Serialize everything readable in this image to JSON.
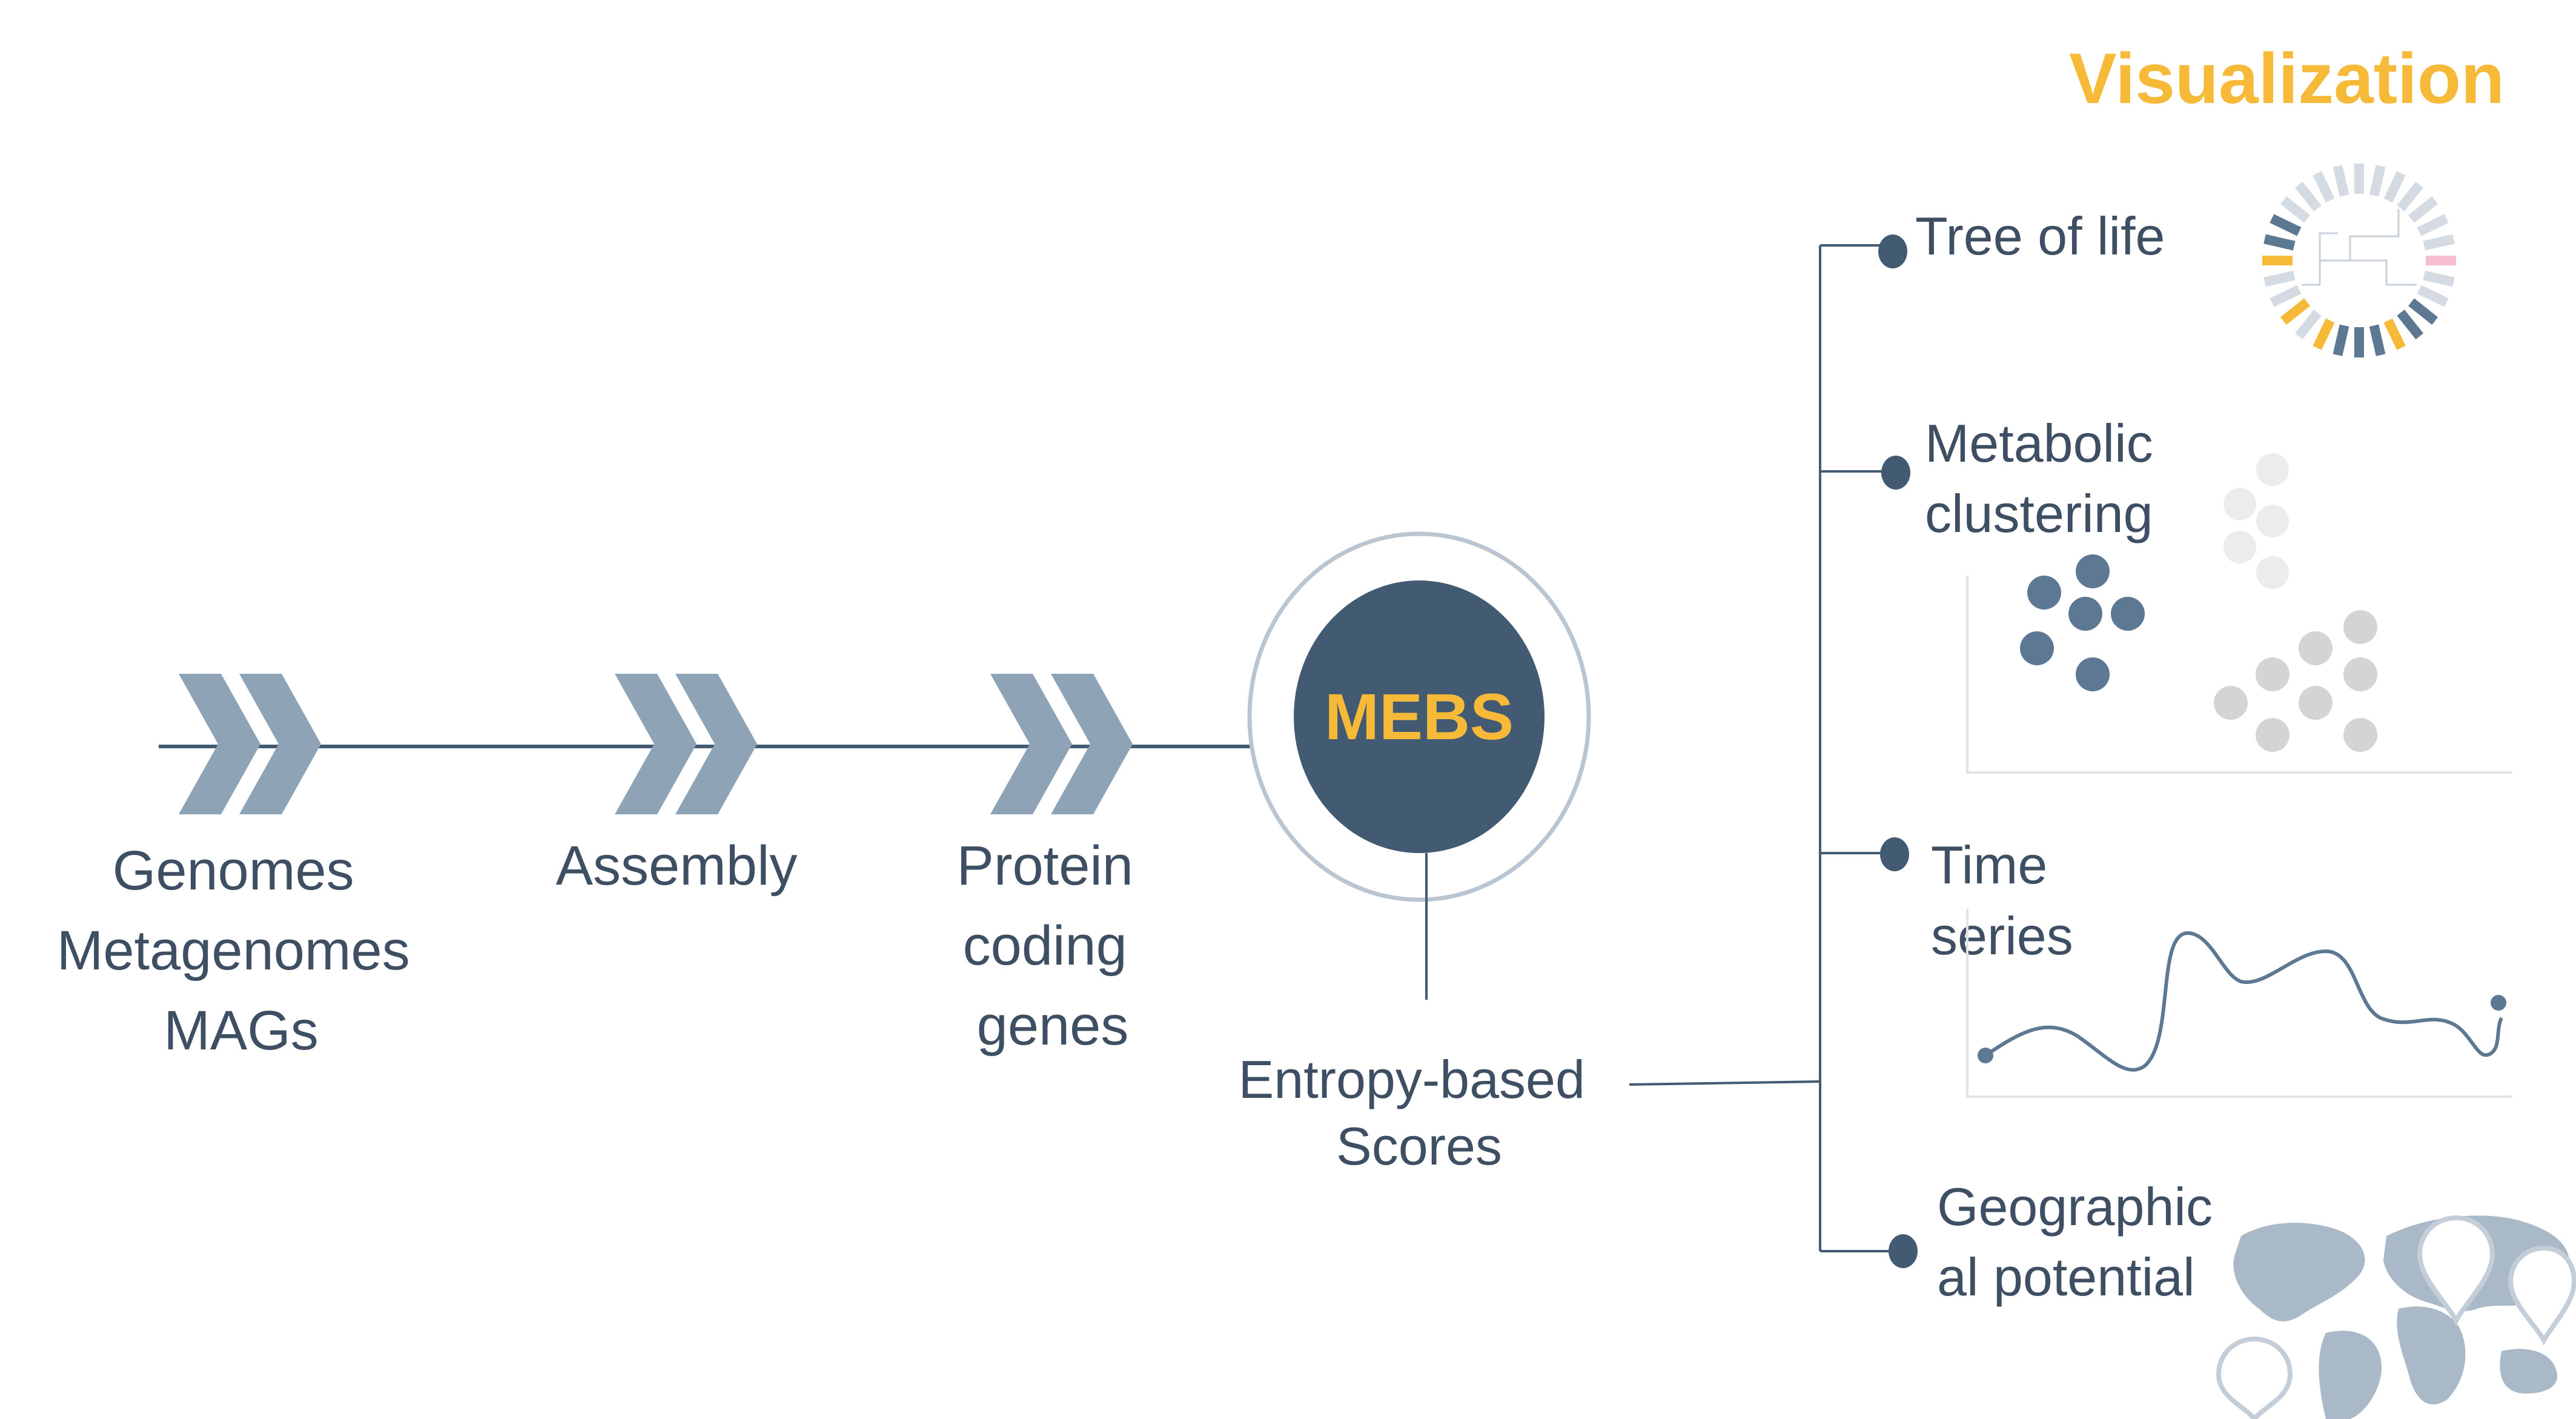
{
  "colors": {
    "text": "#3f4f63",
    "dark": "#425a72",
    "chevron": "#8ea3b6",
    "accent": "#f6b938",
    "light_gray": "#d4d4d4",
    "faint_gray": "#ececec",
    "ring": "#b9c6d1",
    "map": "#a9b9c8",
    "pink": "#f4bdd0"
  },
  "visualization_title": "Visualization",
  "pipeline": [
    {
      "lines": [
        "Genomes",
        "Metagenomes",
        "MAGs"
      ],
      "icon": "double-chevron-icon"
    },
    {
      "lines": [
        "Assembly"
      ],
      "icon": "double-chevron-icon"
    },
    {
      "lines": [
        "Protein",
        "coding",
        "genes"
      ],
      "icon": "double-chevron-icon"
    }
  ],
  "center": {
    "label": "MEBS"
  },
  "scores": {
    "lines": [
      "Entropy-based",
      "Scores"
    ]
  },
  "branches": [
    {
      "lines": [
        "Tree of life"
      ],
      "icon": "circular-tree-icon"
    },
    {
      "lines": [
        "Metabolic",
        "clustering"
      ],
      "icon": "cluster-scatter-icon"
    },
    {
      "lines": [
        "Time",
        "series"
      ],
      "icon": "line-series-icon"
    },
    {
      "lines": [
        "Geographic",
        "al potential"
      ],
      "icon": "world-map-icon"
    }
  ]
}
